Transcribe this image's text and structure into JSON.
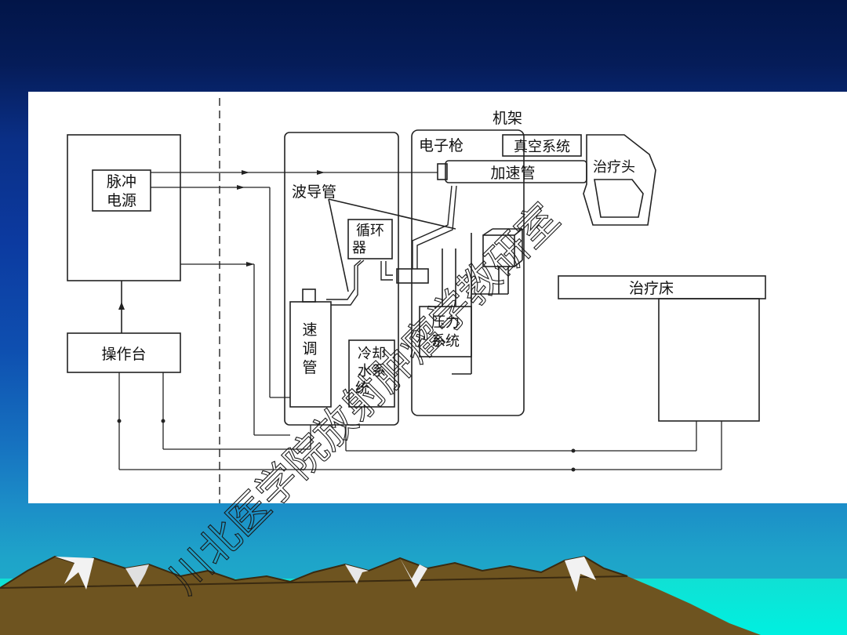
{
  "diagram": {
    "labels": {
      "pulse_power": [
        "脉冲",
        "电源"
      ],
      "console": "操作台",
      "waveguide": "波导管",
      "circulator": [
        "循环",
        "器"
      ],
      "klystron": [
        "速",
        "调",
        "管"
      ],
      "cooling": [
        "冷却",
        "水系",
        "统"
      ],
      "gantry": "机架",
      "electron_gun": "电子枪",
      "vacuum": "真空系统",
      "accelerator_tube": "加速管",
      "treatment_head": "治疗头",
      "pressure": [
        "压力",
        "系统"
      ],
      "couch": "治疗床"
    }
  },
  "watermark": {
    "text": "川北医学院放射肿瘤学教研室",
    "colors": {
      "stroke": "#1a1a1a"
    }
  },
  "colors": {
    "background_top": "#021548",
    "background_bottom": "#1fb0c8",
    "sea": "#00f0e0",
    "mountain": "#6e5420",
    "line": "#222222"
  }
}
